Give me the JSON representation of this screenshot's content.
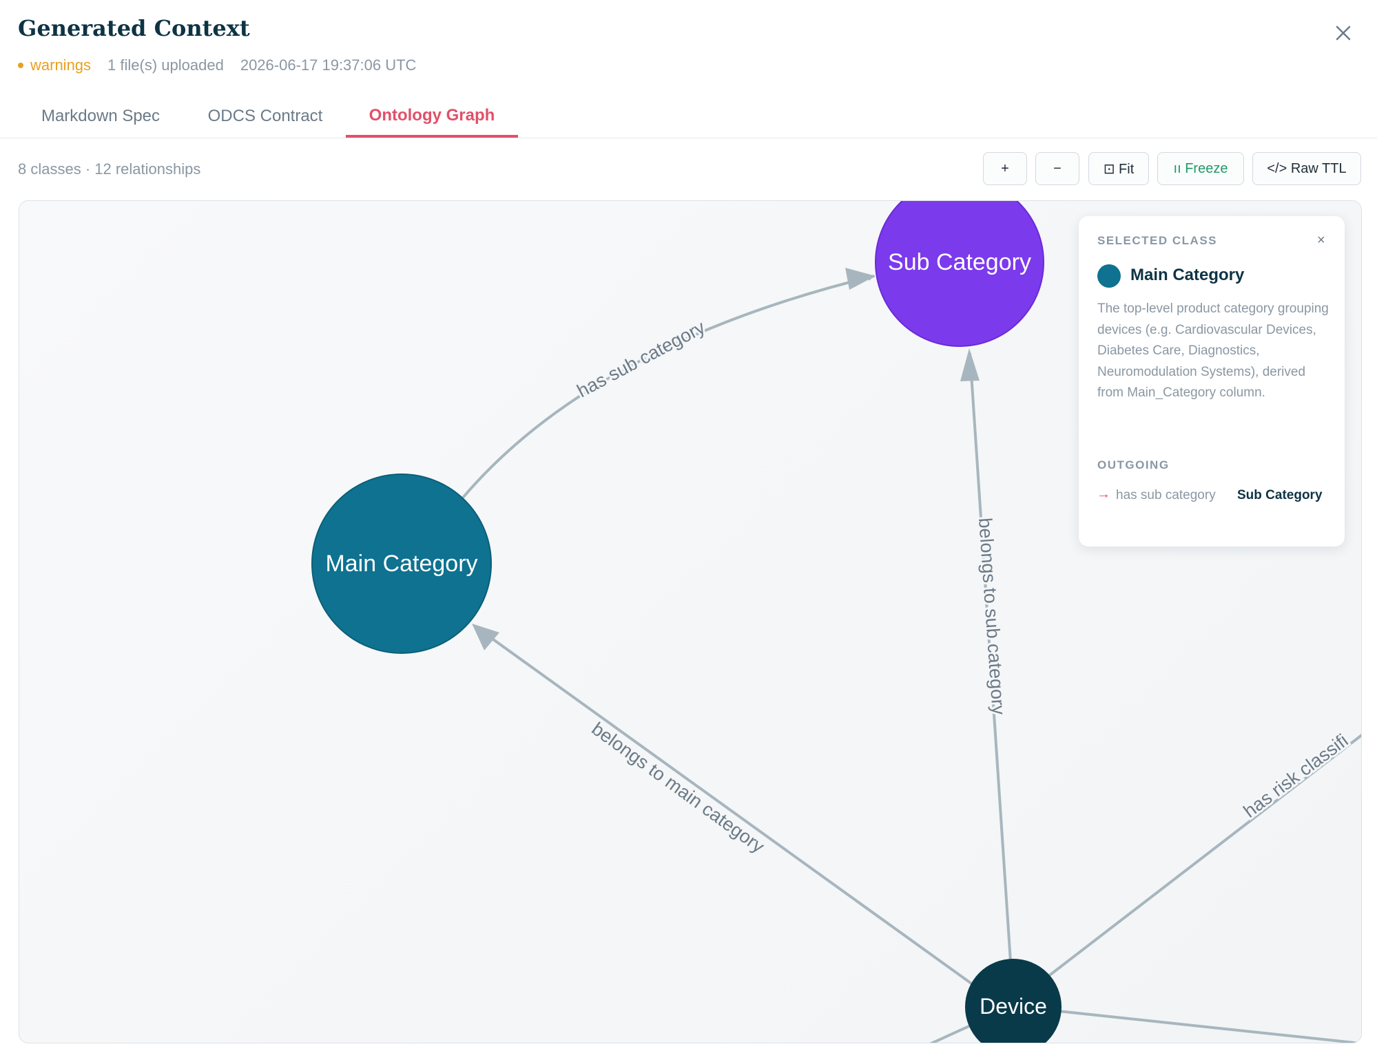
{
  "header": {
    "title": "Generated Context",
    "status": "warnings",
    "uploads": "1 file(s) uploaded",
    "timestamp": "2026-06-17 19:37:06 UTC",
    "close_icon": "close-icon"
  },
  "tabs": [
    {
      "label": "Markdown Spec",
      "active": false
    },
    {
      "label": "ODCS Contract",
      "active": false
    },
    {
      "label": "Ontology Graph",
      "active": true
    }
  ],
  "graph_summary": "8 classes · 12 relationships",
  "toolbar": {
    "zoom_in": "+",
    "zoom_out": "−",
    "fit": "⊡ Fit",
    "freeze": "ıı Freeze",
    "raw_ttl": "</> Raw TTL"
  },
  "graph": {
    "nodes": [
      {
        "id": "main",
        "label": "Main Category",
        "color": "#0e7290"
      },
      {
        "id": "sub",
        "label": "Sub Category",
        "color": "#7c3aed"
      },
      {
        "id": "device",
        "label": "Device",
        "color": "#093a4a"
      }
    ],
    "edges": [
      {
        "from": "main",
        "to": "sub",
        "label": "has sub category"
      },
      {
        "from": "device",
        "to": "main",
        "label": "belongs to main category"
      },
      {
        "from": "device",
        "to": "sub",
        "label": "belongs to sub category"
      },
      {
        "from": "device",
        "to": "offscreen",
        "label": "has risk classifi"
      }
    ],
    "edge_color": "#a7b6be"
  },
  "selected_panel": {
    "heading": "SELECTED CLASS",
    "close": "×",
    "class_name": "Main Category",
    "class_color": "#0e7290",
    "description": "The top-level product category grouping devices (e.g. Cardiovascular Devices, Diabetes Care, Diagnostics, Neuromodulation Systems), derived from Main_Category column.",
    "outgoing_heading": "OUTGOING",
    "outgoing": [
      {
        "relation": "has sub category",
        "target": "Sub Category"
      }
    ]
  },
  "colors": {
    "accent": "#e2506a",
    "warning": "#e8a020",
    "freeze": "#1e9a6a",
    "title": "#0e3344"
  }
}
